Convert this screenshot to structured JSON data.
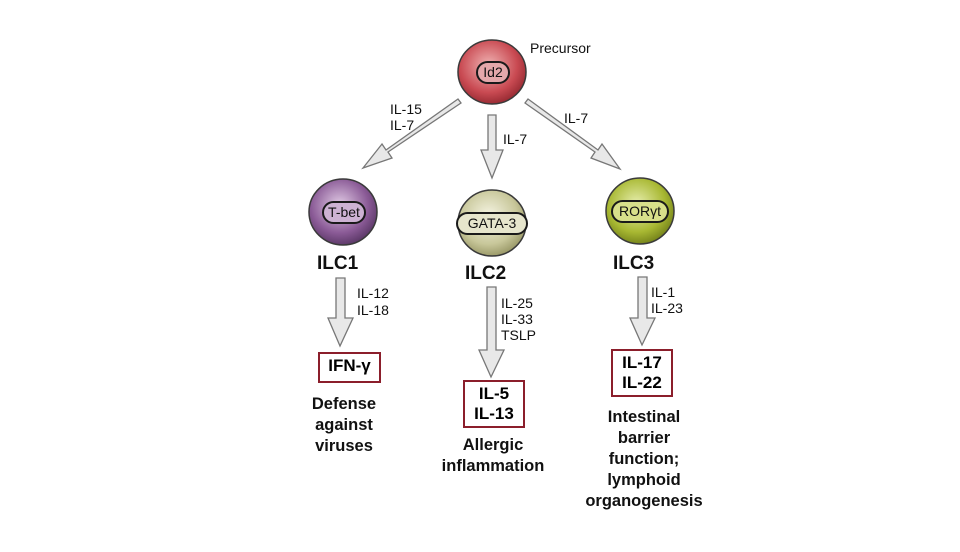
{
  "precursor": {
    "label": "Precursor",
    "marker": "Id2",
    "color": "#c94a52"
  },
  "branches": [
    {
      "signals": [
        "IL-15",
        "IL-7"
      ],
      "name": "ILC1",
      "marker": "T-bet",
      "color": "#8a5a96",
      "effector_signals": [
        "IL-12",
        "IL-18"
      ],
      "products": [
        "IFN-γ"
      ],
      "function": [
        "Defense",
        "against",
        "viruses"
      ]
    },
    {
      "signals": [
        "IL-7"
      ],
      "name": "ILC2",
      "marker": "GATA-3",
      "color": "#c8c79a",
      "effector_signals": [
        "IL-25",
        "IL-33",
        "TSLP"
      ],
      "products": [
        "IL-5",
        "IL-13"
      ],
      "function": [
        "Allergic",
        "inflammation"
      ]
    },
    {
      "signals": [
        "IL-7"
      ],
      "name": "ILC3",
      "marker": "RORγt",
      "color": "#a8b832",
      "effector_signals": [
        "IL-1",
        "IL-23"
      ],
      "products": [
        "IL-17",
        "IL-22"
      ],
      "function": [
        "Intestinal",
        "barrier",
        "function;",
        "lymphoid",
        "organogenesis"
      ]
    }
  ]
}
